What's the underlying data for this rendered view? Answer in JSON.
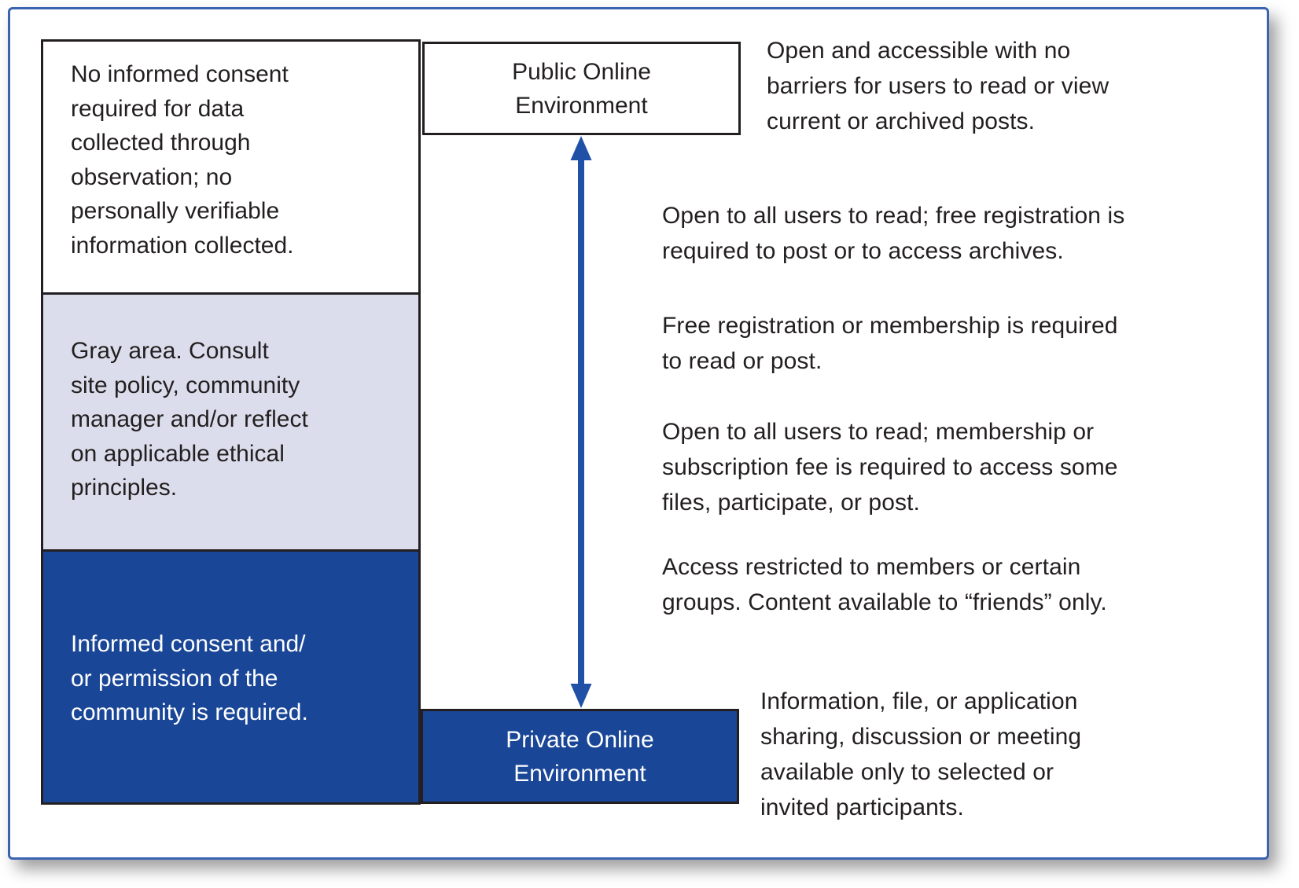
{
  "figure": {
    "left_column": {
      "public_zone_note": "No informed consent\nrequired for data\ncollected through\nobservation; no\npersonally verifiable\ninformation collected.",
      "gray_zone_note": "Gray area. Consult\nsite policy, community\nmanager and/or reflect\non applicable ethical\nprinciples.",
      "private_zone_note": "Informed consent and/\nor permission of the\ncommunity is required."
    },
    "spectrum": {
      "public_label": "Public Online\nEnvironment",
      "private_label": "Private Online\nEnvironment"
    },
    "right_column": {
      "notes": [
        "Open and accessible with no\nbarriers for users to read or view\ncurrent or archived posts.",
        "Open to all users to read; free registration is\nrequired to post or to access archives.",
        "Free registration or membership is required\nto read or post.",
        "Open to all users to read; membership or\nsubscription fee is required to access some\nfiles, participate, or post.",
        "Access restricted to members or certain\ngroups. Content available to “friends” only.",
        "Information, file, or application\nsharing, discussion or meeting\navailable only to selected or\ninvited participants."
      ]
    },
    "colors": {
      "dark_blue": "#1a4697",
      "lavender": "#dcddec",
      "arrow_blue": "#2150a7",
      "frame_border_blue": "#3a63b0",
      "box_border": "#231f20",
      "text": "#231f20"
    }
  }
}
